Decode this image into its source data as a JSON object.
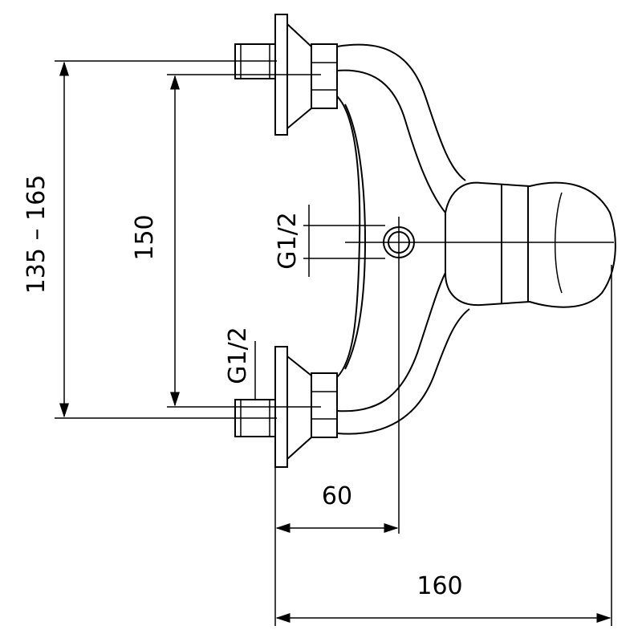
{
  "drawing": {
    "dimensions": {
      "overall_height": "135 – 165",
      "inlet_spacing": "150",
      "thread_center": "G1/2",
      "thread_bottom": "G1/2",
      "depth_to_center": "60",
      "total_depth": "160"
    },
    "line_color": "#000000",
    "background_color": "#ffffff"
  }
}
